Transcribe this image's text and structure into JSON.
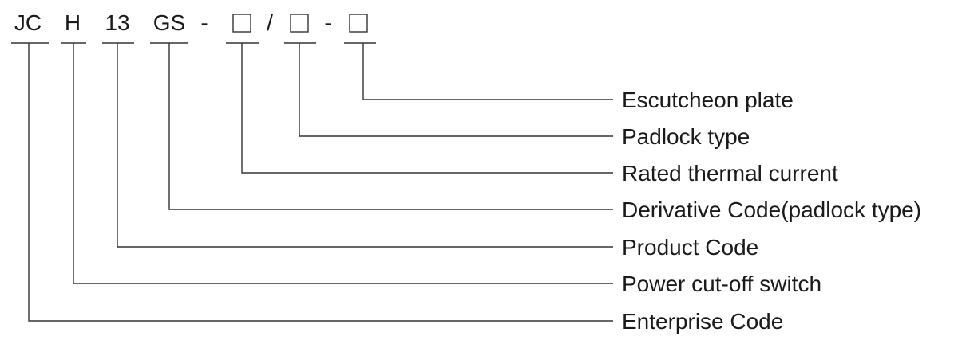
{
  "code": {
    "segments": [
      "JC",
      "H",
      "13",
      "GS"
    ],
    "separators": [
      "-",
      "/",
      "-"
    ]
  },
  "labels": [
    "Escutcheon plate",
    "Padlock type",
    "Rated thermal current",
    "Derivative Code(padlock type)",
    "Product Code",
    "Power cut-off switch",
    "Enterprise Code"
  ],
  "colors": {
    "ink": "#1a1a1a",
    "line": "#333333",
    "background": "#ffffff"
  }
}
